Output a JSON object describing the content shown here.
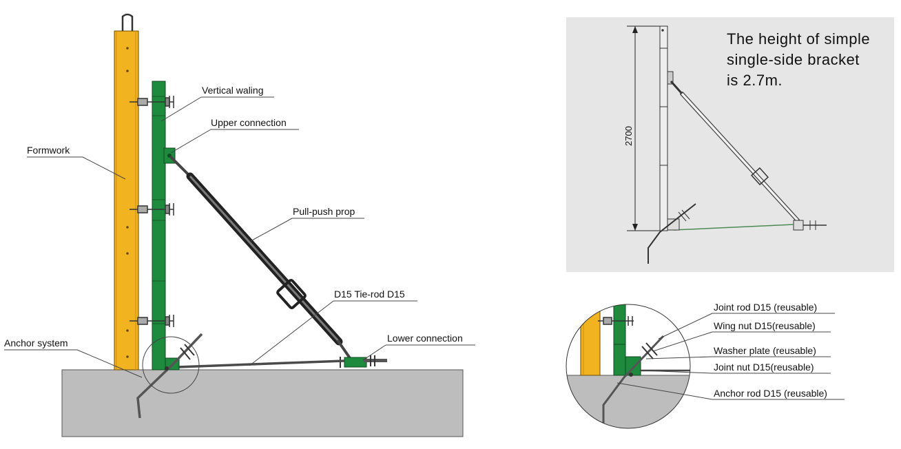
{
  "main_diagram": {
    "labels": {
      "formwork": "Formwork",
      "vertical_waling": "Vertical waling",
      "upper_connection": "Upper connection",
      "pull_push_prop": "Pull-push prop",
      "tie_rod": "D15 Tie-rod D15",
      "lower_connection": "Lower connection",
      "anchor_system": "Anchor system"
    }
  },
  "height_panel": {
    "text_lines": [
      "The height of simple",
      "single-side bracket",
      "is 2.7m."
    ],
    "dimension": "2700"
  },
  "detail_panel": {
    "labels": {
      "joint_rod": "Joint rod D15 (reusable)",
      "wing_nut": "Wing nut D15(reusable)",
      "washer_plate": "Washer plate (reusable)",
      "joint_nut": "Joint nut D15(reusable)",
      "anchor_rod": "Anchor rod D15 (reusable)"
    }
  },
  "colors": {
    "formwork": "#f2b320",
    "waling": "#1e8a3e",
    "prop": "#3a3a3a",
    "concrete": "#bdbdbd",
    "panel_bg": "#e6e6e6"
  }
}
